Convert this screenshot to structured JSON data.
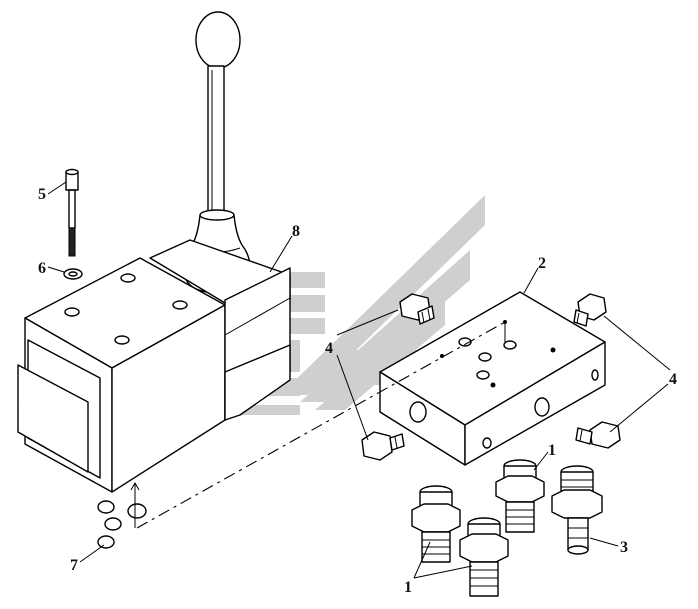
{
  "diagram": {
    "watermark_color": "#a9a9a9",
    "callouts": {
      "c1_top": "1",
      "c1_bottom": "1",
      "c2": "2",
      "c3": "3",
      "c4_left": "4",
      "c4_right": "4",
      "c5": "5",
      "c6": "6",
      "c7": "7",
      "c8": "8"
    }
  }
}
